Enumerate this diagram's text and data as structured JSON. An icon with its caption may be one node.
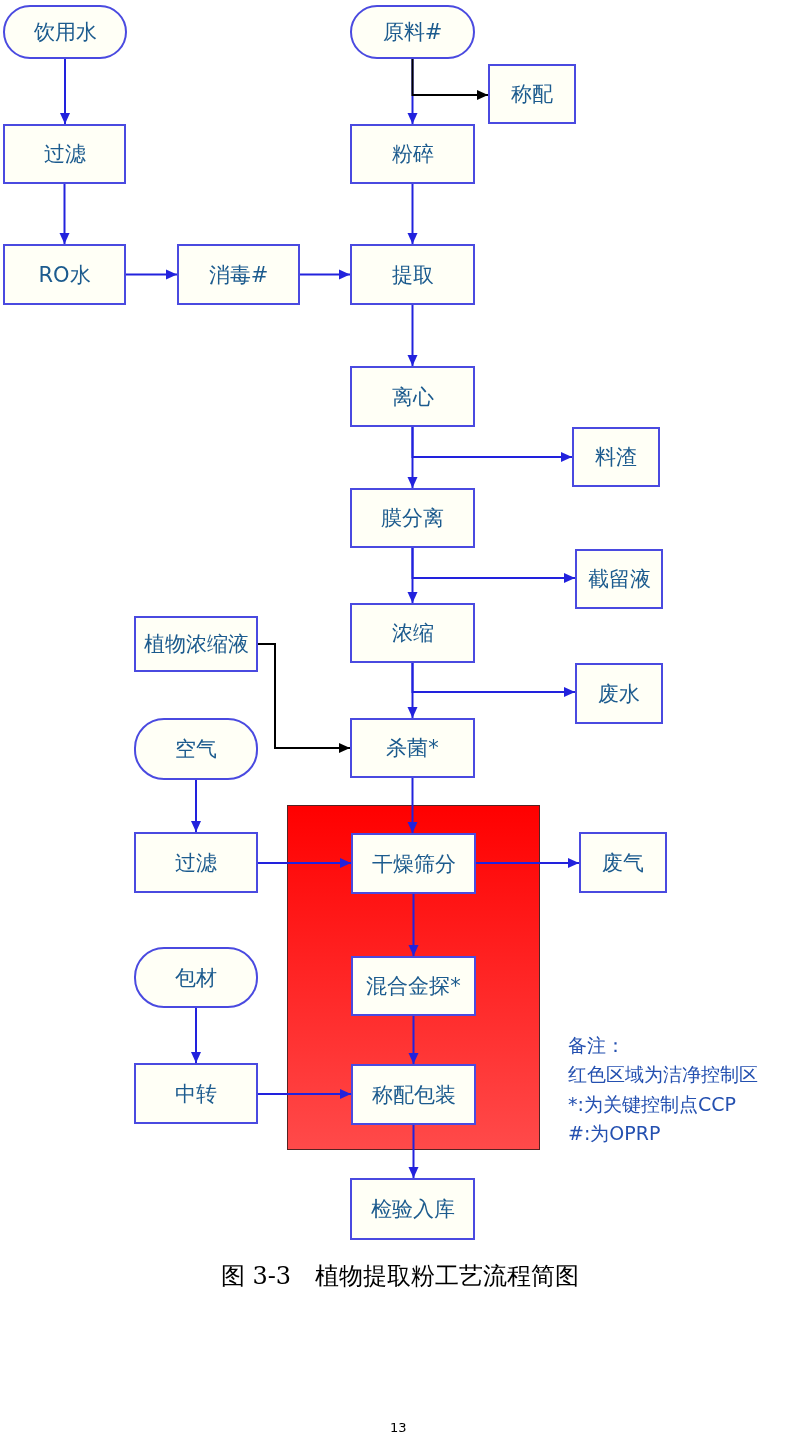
{
  "diagram": {
    "caption": "图 3-3　植物提取粉工艺流程简图",
    "nodes": [
      {
        "text": [
          "饮用水"
        ]
      },
      {
        "text": [
          "原料#"
        ]
      },
      {
        "text": [
          "称配"
        ]
      },
      {
        "text": [
          "粉碎"
        ]
      },
      {
        "text": [
          "过滤"
        ]
      },
      {
        "text": [
          "RO水"
        ]
      },
      {
        "text": [
          "消毒#"
        ]
      },
      {
        "text": [
          "提取"
        ]
      },
      {
        "text": [
          "离心"
        ]
      },
      {
        "text": [
          "料渣"
        ]
      },
      {
        "text": [
          "膜分离"
        ]
      },
      {
        "text": [
          "截留液"
        ]
      },
      {
        "text": [
          "浓缩"
        ]
      },
      {
        "text": [
          "植物浓缩液"
        ]
      },
      {
        "text": [
          "废水"
        ]
      },
      {
        "text": [
          "空气"
        ]
      },
      {
        "text": [
          "杀菌*"
        ]
      },
      {
        "text": [],
        "shape": "box"
      },
      {
        "text": [
          "过滤"
        ]
      },
      {
        "text": [
          "干燥筛分"
        ],
        "in": 17
      },
      {
        "text": [
          "废气"
        ]
      },
      {
        "text": [
          "包材"
        ]
      },
      {
        "text": [
          "混合金探*"
        ],
        "in": 17
      },
      {
        "text": [
          "中转"
        ]
      },
      {
        "text": [
          "称配包装"
        ],
        "in": 17
      },
      {
        "text": [
          "检验入库"
        ]
      }
    ],
    "edges": [
      {
        "from": 0,
        "to": 4,
        "arrow": "to"
      },
      {
        "from": 4,
        "to": 5,
        "arrow": "to"
      },
      {
        "from": 5,
        "to": 6,
        "arrow": "to"
      },
      {
        "from": 6,
        "to": 7,
        "arrow": "to"
      },
      {
        "from": 1,
        "to": 3,
        "arrow": "to"
      },
      {
        "from": 1,
        "to": 2,
        "arrow": "to",
        "color": "#000000"
      },
      {
        "from": 3,
        "to": 7,
        "arrow": "to"
      },
      {
        "from": 7,
        "to": 8,
        "arrow": "to"
      },
      {
        "from": 8,
        "to": 10,
        "arrow": "to"
      },
      {
        "from": 8,
        "to": 9,
        "arrow": "to"
      },
      {
        "from": 10,
        "to": 12,
        "arrow": "to"
      },
      {
        "from": 10,
        "to": 11,
        "arrow": "to"
      },
      {
        "from": 12,
        "to": 16,
        "arrow": "to"
      },
      {
        "from": 12,
        "to": 14,
        "arrow": "to"
      },
      {
        "from": 13,
        "to": 16,
        "arrow": "to",
        "color": "#000000"
      },
      {
        "from": 15,
        "to": 18,
        "arrow": "to"
      },
      {
        "from": 16,
        "to": 19,
        "arrow": "to"
      },
      {
        "from": 18,
        "to": 19,
        "arrow": "to"
      },
      {
        "from": 19,
        "to": 20,
        "arrow": "to"
      },
      {
        "from": 19,
        "to": 22,
        "arrow": "to"
      },
      {
        "from": 21,
        "to": 23,
        "arrow": "to"
      },
      {
        "from": 22,
        "to": 24,
        "arrow": "to"
      },
      {
        "from": 23,
        "to": 24,
        "arrow": "to"
      },
      {
        "from": 24,
        "to": 25,
        "arrow": "to"
      }
    ],
    "labels": [
      "备注：",
      "红色区域为洁净控制区",
      "*:为关键控制点CCP",
      "#:为OPRP",
      "13"
    ]
  }
}
